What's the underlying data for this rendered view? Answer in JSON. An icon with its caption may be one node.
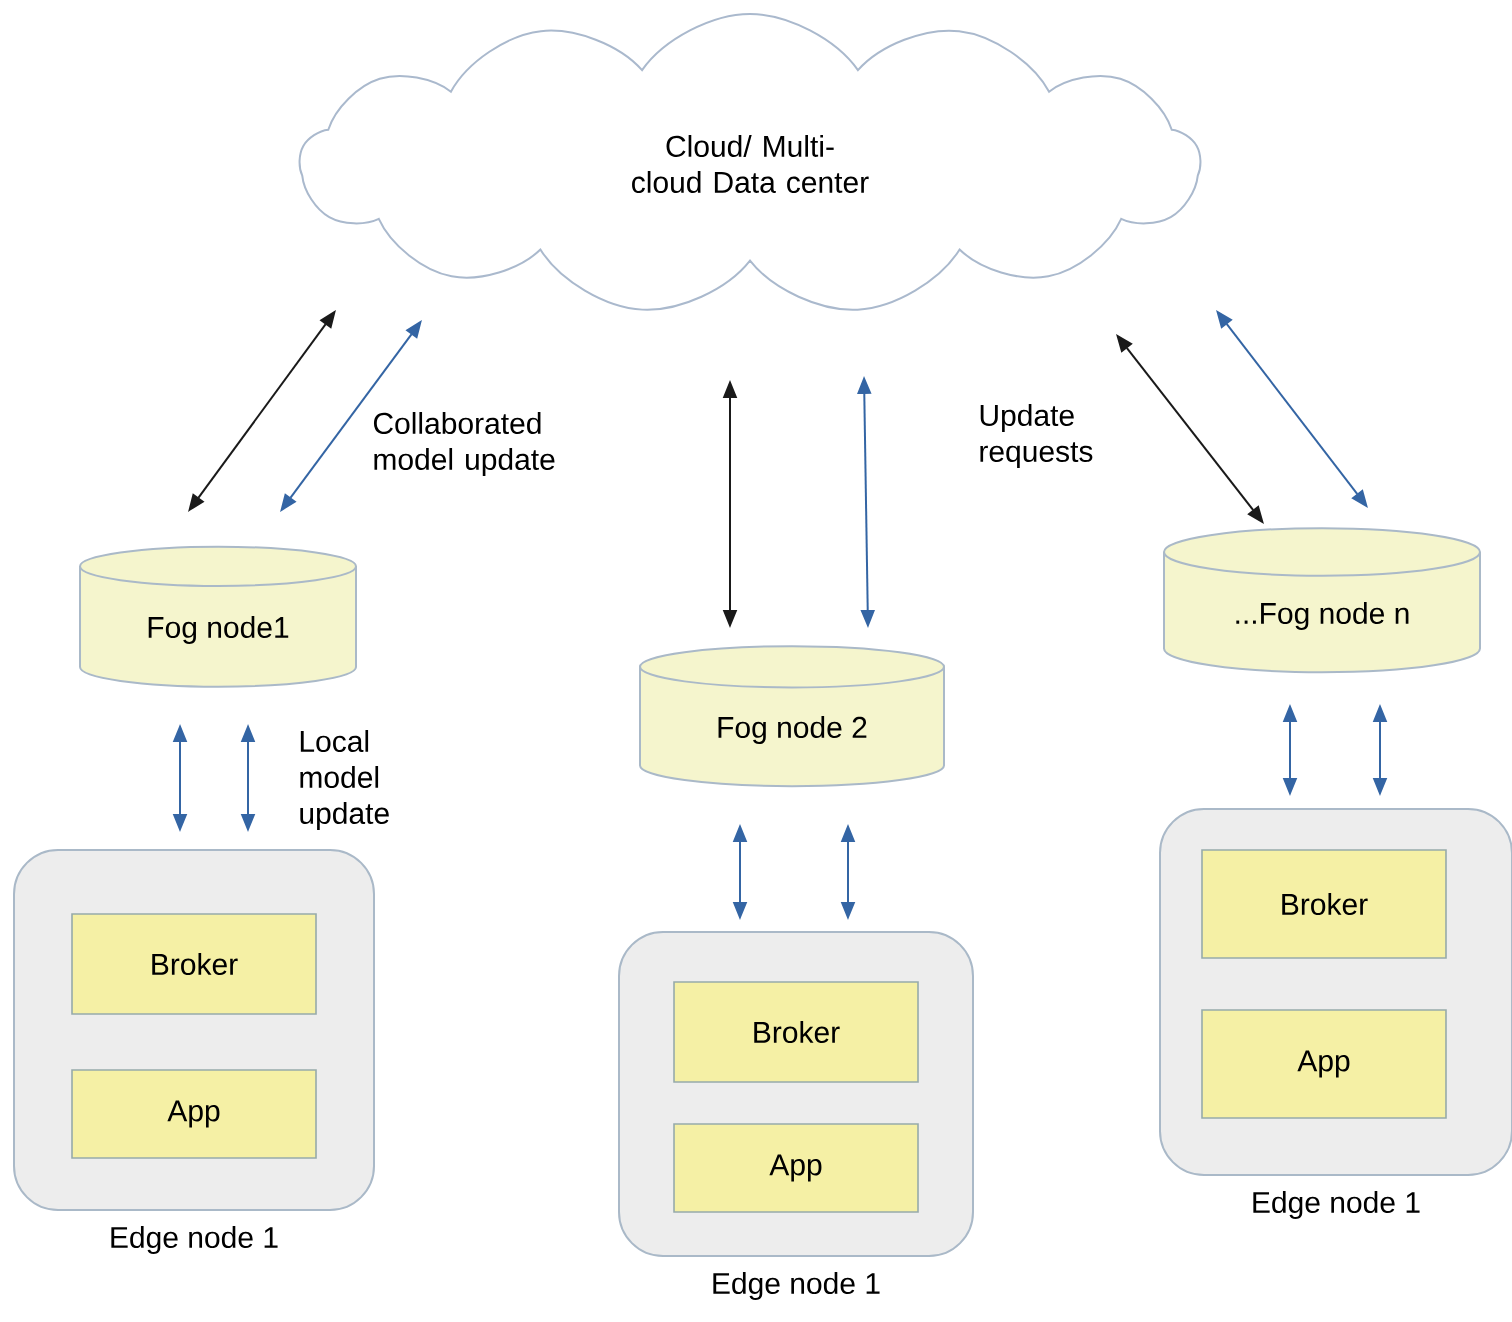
{
  "diagram": {
    "nodes": [
      {
        "text": [
          "Cloud/ Multi-cloud Data center"
        ]
      },
      {
        "text": [
          "Fog node1"
        ]
      },
      {
        "text": [
          "Fog node 2"
        ]
      },
      {
        "text": [
          "...Fog node n"
        ]
      },
      {
        "text": [
          "Edge node 1"
        ]
      },
      {
        "text": [
          "Broker"
        ],
        "in": 4
      },
      {
        "text": [
          "App"
        ],
        "in": 4
      },
      {
        "text": [
          "Edge node 1"
        ]
      },
      {
        "text": [
          "Broker"
        ],
        "in": 7
      },
      {
        "text": [
          "App"
        ],
        "in": 7
      },
      {
        "text": [
          "Edge node 1"
        ]
      },
      {
        "text": [
          "Broker"
        ],
        "in": 10
      },
      {
        "text": [
          "App"
        ],
        "in": 10
      }
    ],
    "edges": [
      {
        "from": 0,
        "to": 1,
        "arrow": "both",
        "color": "#1a1a1a"
      },
      {
        "from": 0,
        "to": 1,
        "arrow": "both",
        "label": "Collaborated model update"
      },
      {
        "from": 0,
        "to": 2,
        "arrow": "both",
        "color": "#1a1a1a"
      },
      {
        "from": 0,
        "to": 2,
        "arrow": "both"
      },
      {
        "from": 0,
        "to": 3,
        "arrow": "both",
        "color": "#1a1a1a",
        "label": "Update requests"
      },
      {
        "from": 0,
        "to": 3,
        "arrow": "both"
      },
      {
        "from": 1,
        "to": 4,
        "arrow": "both"
      },
      {
        "from": 1,
        "to": 4,
        "arrow": "both",
        "label": "Local model update"
      },
      {
        "from": 2,
        "to": 7,
        "arrow": "both"
      },
      {
        "from": 2,
        "to": 7,
        "arrow": "both"
      },
      {
        "from": 3,
        "to": 10,
        "arrow": "both"
      },
      {
        "from": 3,
        "to": 10,
        "arrow": "both"
      }
    ]
  }
}
